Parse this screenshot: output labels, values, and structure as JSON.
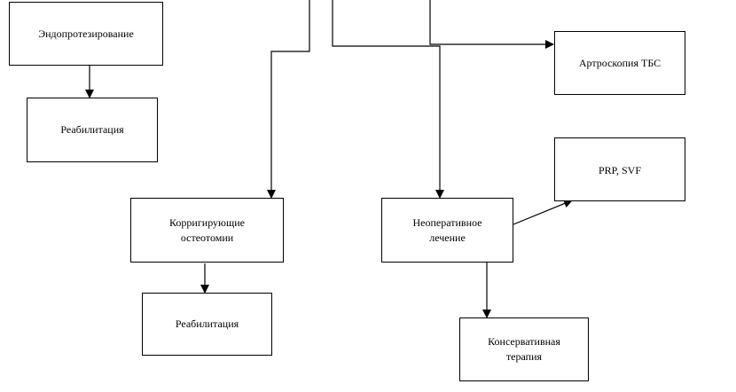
{
  "diagram": {
    "line_color": "#000000",
    "nodes": {
      "endoprosthetics": "Эндопротезирование",
      "rehabilitation_1": "Реабилитация",
      "arthroscopy": "Артроскопия ТБС",
      "prp_svf": "PRP, SVF",
      "corrective_osteotomy": "Корригирующие остеотомии",
      "non_operative_treatment": "Неоперативное лечение",
      "rehabilitation_2": "Реабилитация",
      "conservative_therapy": "Консервативная терапия"
    }
  }
}
